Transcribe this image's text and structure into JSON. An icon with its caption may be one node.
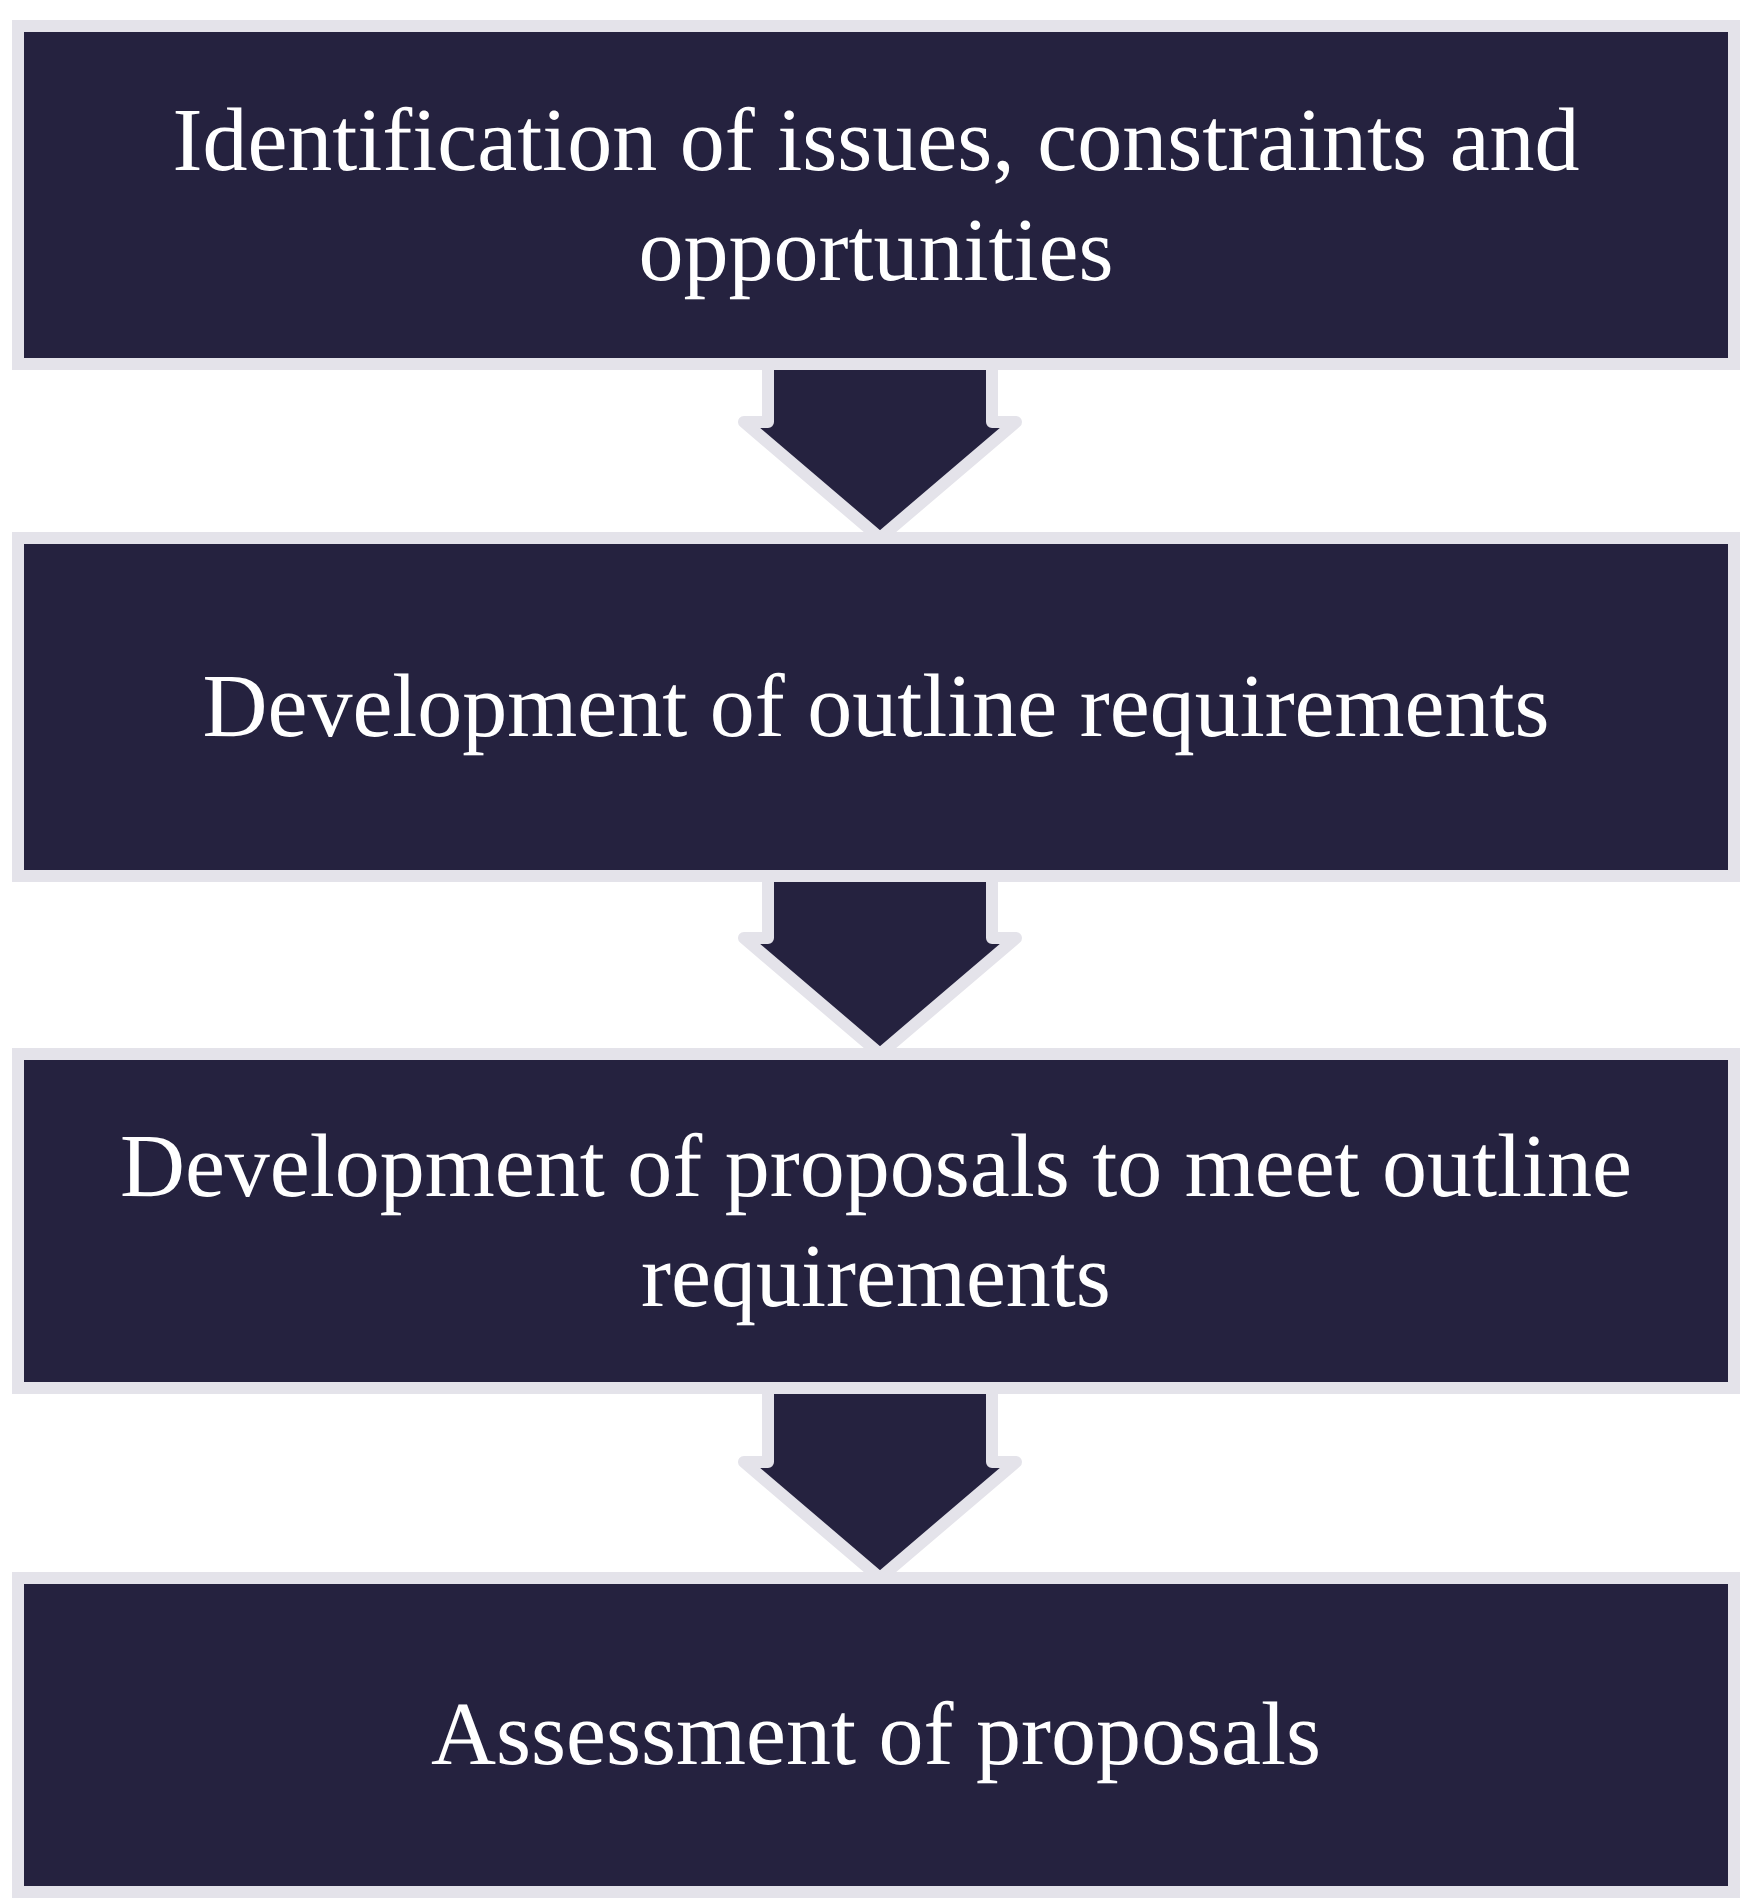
{
  "diagram": {
    "nodes": [
      {
        "text": [
          "Identification of issues, constraints and opportunities"
        ]
      },
      {
        "text": [
          "Development of outline requirements"
        ]
      },
      {
        "text": [
          "Development of proposals to meet outline requirements"
        ]
      },
      {
        "text": [
          "Assessment of proposals"
        ]
      }
    ],
    "edges": [
      {
        "from": 0,
        "to": 1,
        "arrow": "to"
      },
      {
        "from": 1,
        "to": 2,
        "arrow": "to"
      },
      {
        "from": 2,
        "to": 3,
        "arrow": "to"
      }
    ]
  }
}
